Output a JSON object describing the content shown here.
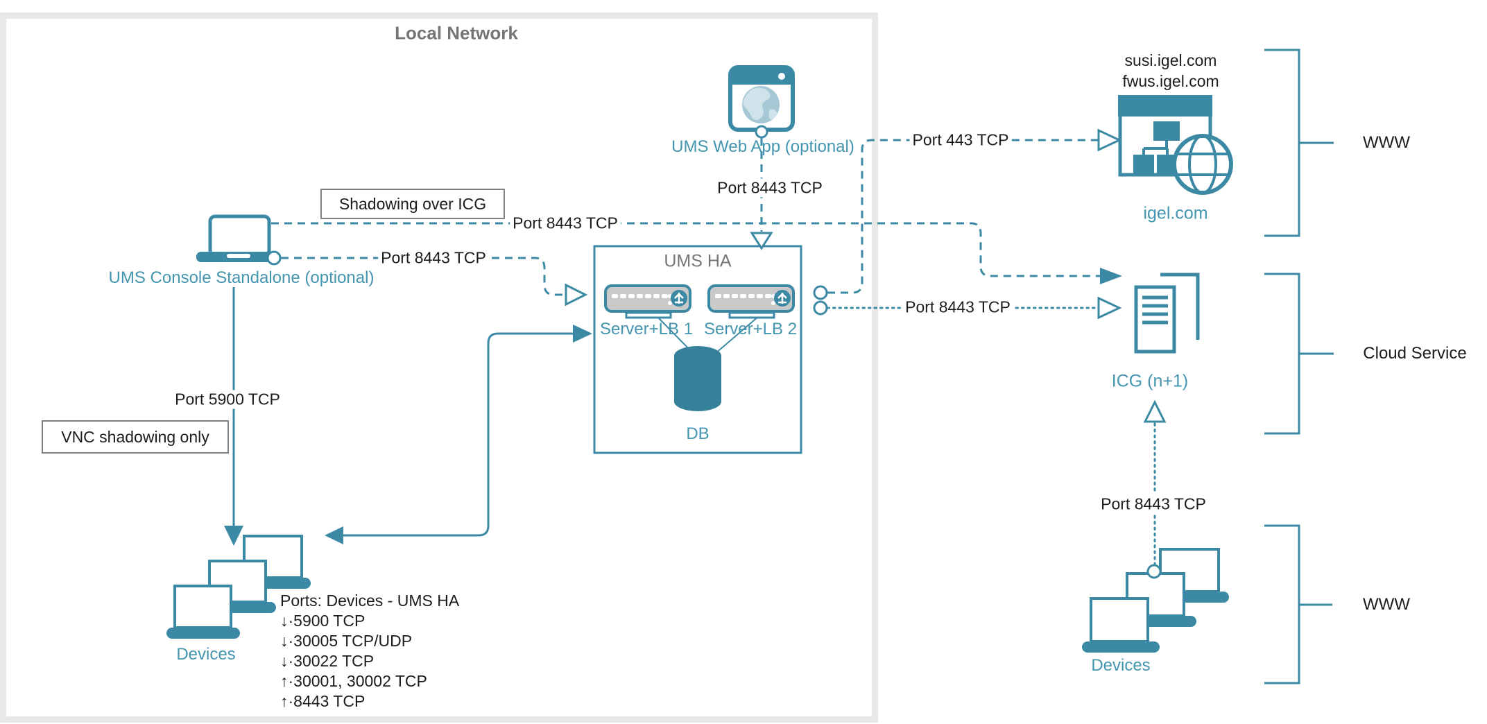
{
  "diagram": {
    "local_network": {
      "title": "Local Network"
    },
    "nodes": {
      "ums_console": {
        "label": "UMS Console Standalone (optional)"
      },
      "ums_web_app": {
        "label": "UMS Web App (optional)"
      },
      "ums_ha": {
        "title": "UMS HA",
        "server1": "Server+LB 1",
        "server2": "Server+LB 2",
        "db": "DB"
      },
      "devices_local": {
        "label": "Devices"
      },
      "igel_com": {
        "domain1": "susi.igel.com",
        "domain2": "fwus.igel.com",
        "label": "igel.com"
      },
      "icg": {
        "label": "ICG (n+1)"
      },
      "devices_remote": {
        "label": "Devices"
      }
    },
    "callouts": {
      "shadowing_over_icg": "Shadowing over ICG",
      "vnc_shadowing_only": "VNC shadowing only"
    },
    "edge_labels": {
      "console_shadowing_port": "Port 8443 TCP",
      "console_umsha_port": "Port 8443 TCP",
      "webapp_umsha_port": "Port 8443 TCP",
      "umsha_igel_port": "Port 443 TCP",
      "umsha_icg_port": "Port 8443 TCP",
      "console_devices_port": "Port 5900 TCP",
      "icg_devices_port": "Port 8443 TCP"
    },
    "zones": {
      "www_top": "WWW",
      "cloud_service": "Cloud Service",
      "www_bottom": "WWW"
    },
    "ports_list": {
      "title": "Ports: Devices - UMS HA",
      "items": [
        "↓·5900 TCP",
        "↓·30005 TCP/UDP",
        "↓·30022 TCP",
        "↑·30001, 30002 TCP",
        "↑·8443 TCP"
      ]
    },
    "colors": {
      "teal": "#3b89a4",
      "teal_text": "#4495af",
      "zone_border": "#e8e8e8",
      "heading_gray": "#757575",
      "server_gray": "#c9c9c9",
      "globe_light": "#a6c8d5"
    }
  }
}
